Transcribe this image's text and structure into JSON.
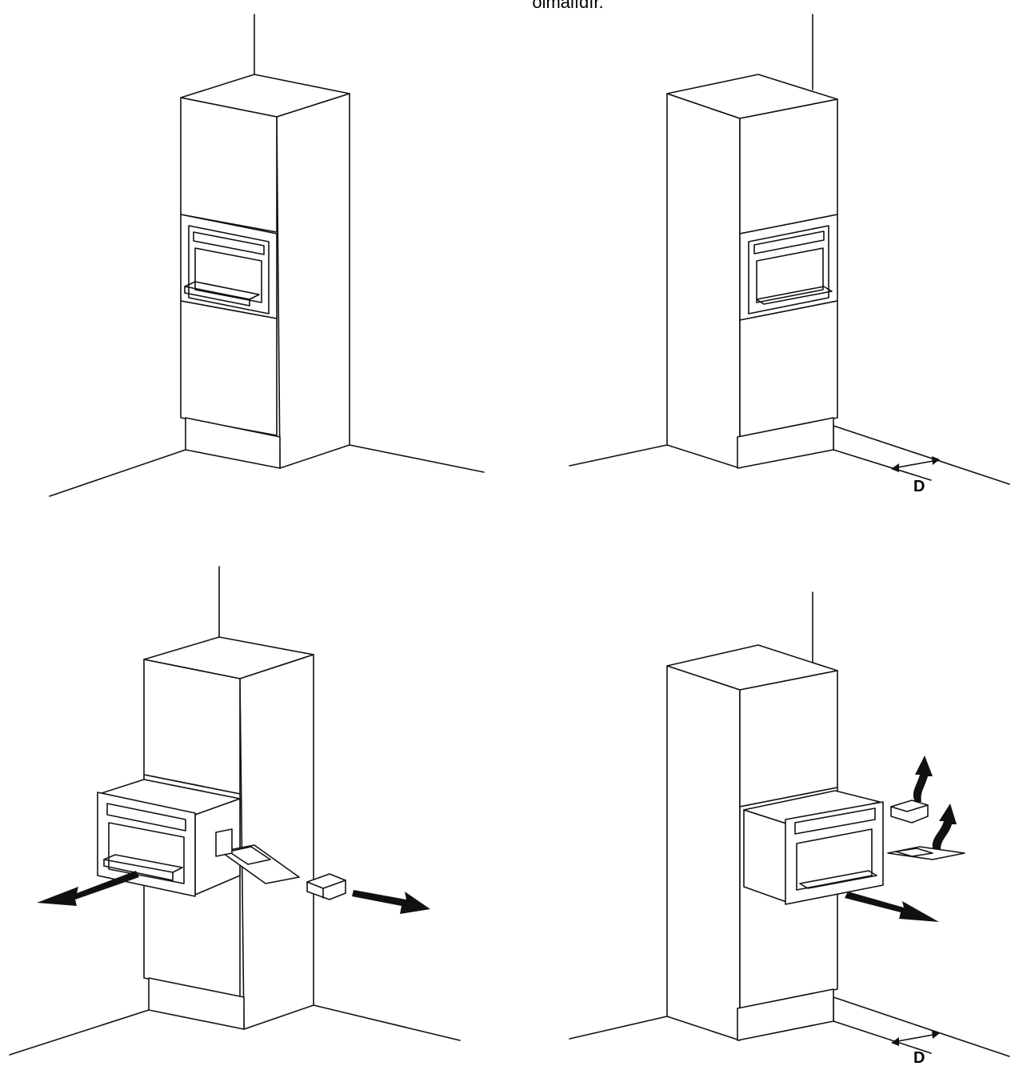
{
  "caption_text": "olmalıdır.",
  "panels": [
    {
      "id": "tl",
      "step": "cabinet-with-oven",
      "dimension_label": ""
    },
    {
      "id": "tr",
      "step": "cabinet-with-oven-gap",
      "dimension_label": "D"
    },
    {
      "id": "bl",
      "step": "pull-oven-out-remove-parts",
      "dimension_label": ""
    },
    {
      "id": "br",
      "step": "remove-brackets-pull-oven",
      "dimension_label": "D"
    }
  ],
  "colors": {
    "line": "#111111",
    "background": "#ffffff"
  }
}
